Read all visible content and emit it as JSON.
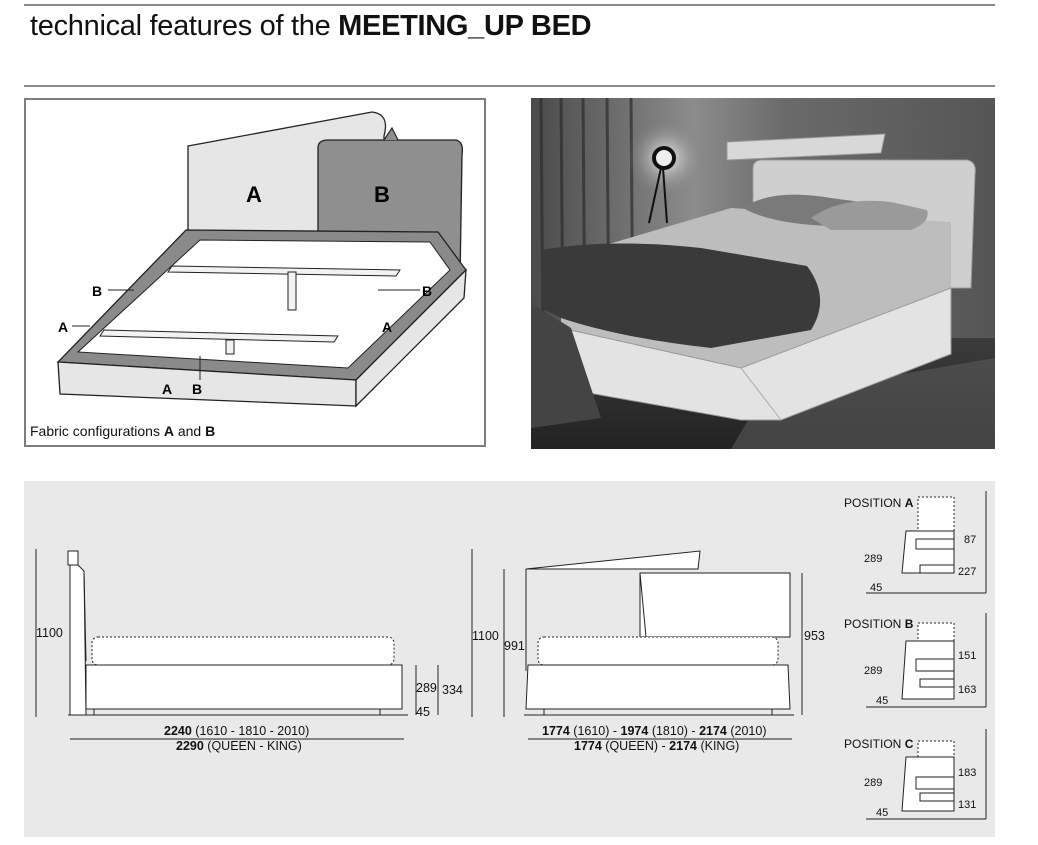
{
  "title": {
    "prefix": "technical features of the ",
    "product": "MEETING_UP BED"
  },
  "configuration": {
    "label_a": "A",
    "label_b": "B",
    "caption_prefix": "Fabric configurations ",
    "caption_a": "A",
    "caption_and": " and ",
    "caption_b": "B"
  },
  "side_view": {
    "height_total": "1100",
    "h_289": "289",
    "h_334": "334",
    "h_45": "45",
    "length_line1_bold": "2240",
    "length_line1_rest": " (1610 - 1810 - 2010)",
    "length_line2_bold": "2290",
    "length_line2_rest": " (QUEEN - KING)"
  },
  "front_view": {
    "height_total": "1100",
    "h_991": "991",
    "h_953": "953",
    "width_line1_b1": "1774",
    "width_line1_t1": " (1610) - ",
    "width_line1_b2": "1974",
    "width_line1_t2": " (1810) - ",
    "width_line1_b3": "2174",
    "width_line1_t3": " (2010)",
    "width_line2_b1": "1774",
    "width_line2_t1": " (QUEEN) - ",
    "width_line2_b2": "2174",
    "width_line2_t2": " (KING)"
  },
  "positions": [
    {
      "prefix": "POSITION ",
      "letter": "A",
      "h_main": "289",
      "h_base": "45",
      "top": "87",
      "bottom": "227"
    },
    {
      "prefix": "POSITION ",
      "letter": "B",
      "h_main": "289",
      "h_base": "45",
      "top": "151",
      "bottom": "163"
    },
    {
      "prefix": "POSITION ",
      "letter": "C",
      "h_main": "289",
      "h_base": "45",
      "top": "183",
      "bottom": "131"
    }
  ],
  "colors": {
    "rule": "#8a8a8a",
    "panel_bg": "#e9e9e9",
    "fabric_a": "#e6e6e6",
    "fabric_b": "#8f8f8f"
  }
}
